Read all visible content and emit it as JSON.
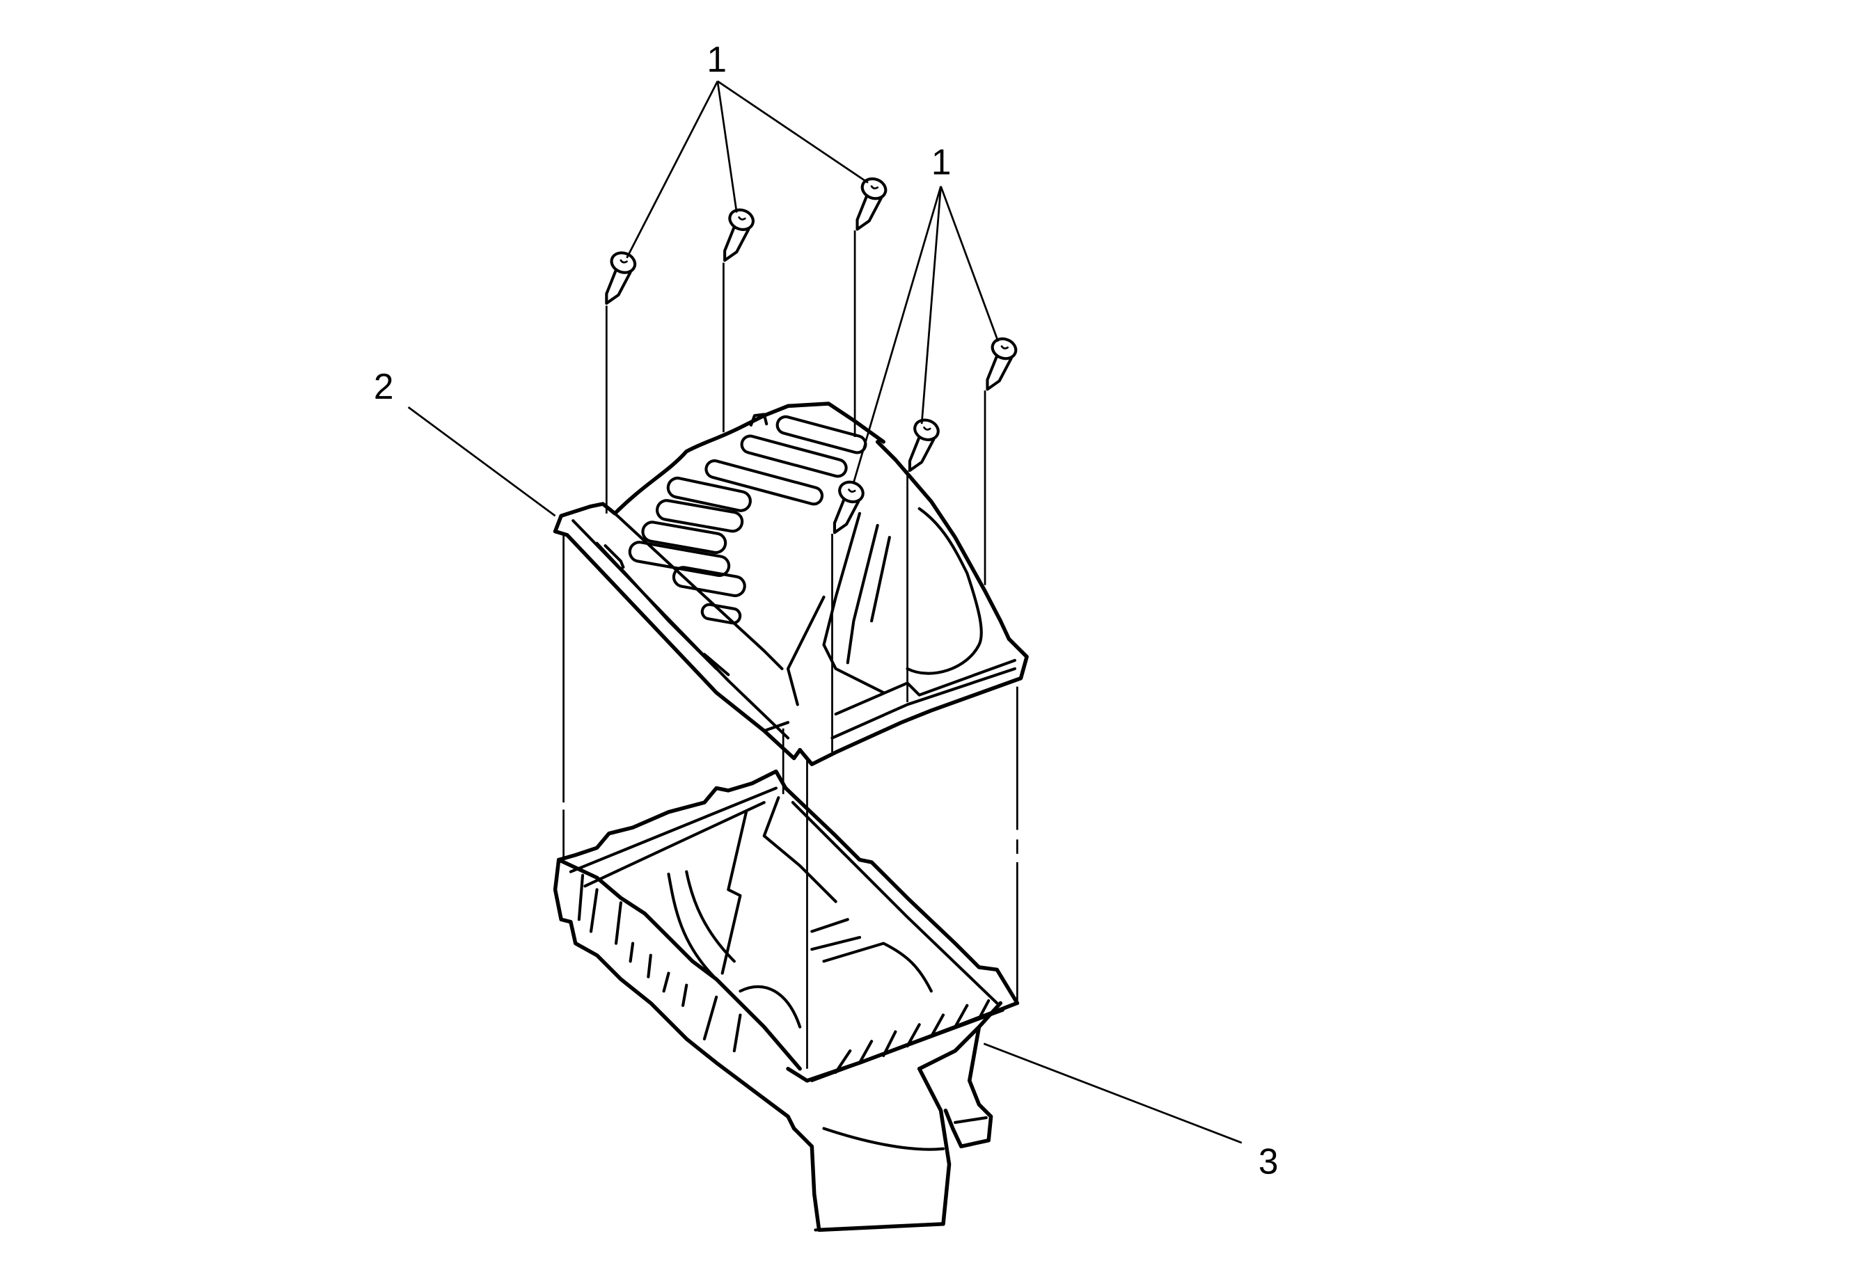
{
  "figure": {
    "type": "exploded-view line illustration",
    "subject": "air cleaner housing assembly",
    "background_color": "#ffffff",
    "line_color": "#000000"
  },
  "callouts": [
    {
      "id": "callout-1a",
      "label": "1",
      "part": "screws (upper-left group of three)"
    },
    {
      "id": "callout-1b",
      "label": "1",
      "part": "screws (right group of three)"
    },
    {
      "id": "callout-2",
      "label": "2",
      "part": "upper housing / cover"
    },
    {
      "id": "callout-3",
      "label": "3",
      "part": "lower housing"
    }
  ],
  "labels": {
    "c1a": "1",
    "c1b": "1",
    "c2": "2",
    "c3": "3"
  },
  "parts": {
    "screw_count": 6,
    "upper_housing_count": 1,
    "lower_housing_count": 1
  }
}
